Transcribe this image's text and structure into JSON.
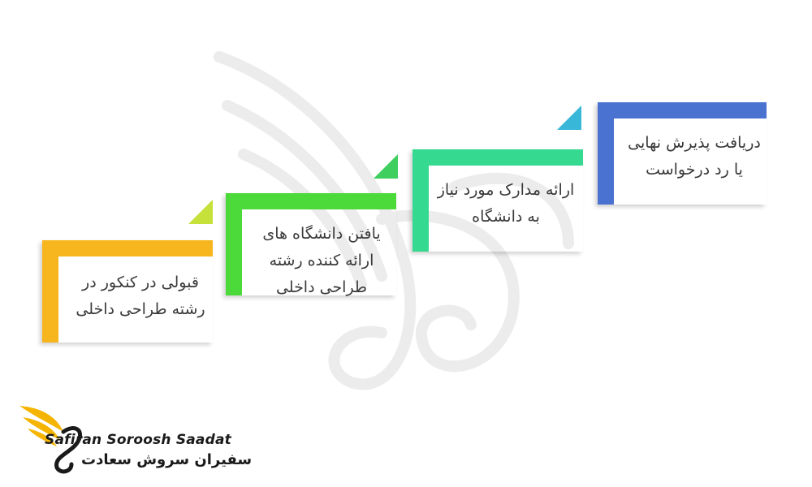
{
  "steps": [
    {
      "text": "قبولی در کنکور در رشته طراحی داخلی",
      "color": "#F7B51E",
      "accent": "#C6E13A"
    },
    {
      "text": "یافتن دانشگاه های ارائه کننده رشته طراحی داخلی",
      "color": "#4CD93A",
      "accent": "#3ECF5E"
    },
    {
      "text": "ارائه مدارک مورد نیاز به دانشگاه",
      "color": "#35D98F",
      "accent": "#38B7D8"
    },
    {
      "text": "دریافت پذیرش نهایی یا رد درخواست",
      "color": "#4A72D0",
      "accent": ""
    }
  ],
  "brand": {
    "name_en": "Safiran Soroosh Saadat",
    "name_fa": "سفیران سروش سعادت",
    "logo_color": "#F5B400"
  }
}
